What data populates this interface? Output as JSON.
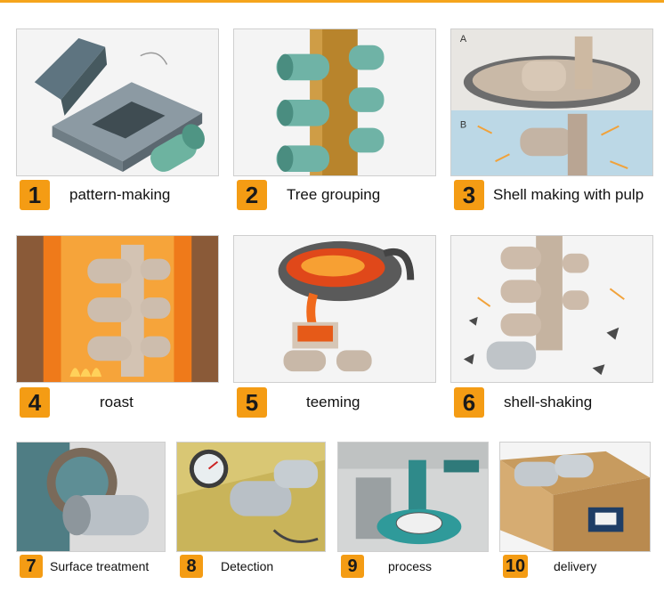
{
  "steps": [
    {
      "number": "1",
      "label": "pattern-making",
      "picture": "injection-mold-and-wax-pattern-image"
    },
    {
      "number": "2",
      "label": "Tree grouping",
      "picture": "wax-tree-assembly-image"
    },
    {
      "number": "3",
      "label": "Shell making with pulp",
      "picture": "slurry-dipping-and-stucco-image"
    },
    {
      "number": "4",
      "label": "roast",
      "picture": "shell-roasting-furnace-image"
    },
    {
      "number": "5",
      "label": "teeming",
      "picture": "molten-metal-pouring-image"
    },
    {
      "number": "6",
      "label": "shell-shaking",
      "picture": "shell-knockout-image"
    },
    {
      "number": "7",
      "label": "Surface treatment",
      "picture": "grinding-finish-image"
    },
    {
      "number": "8",
      "label": "Detection",
      "picture": "dial-gauge-inspection-image"
    },
    {
      "number": "9",
      "label": "process",
      "picture": "cnc-machining-image"
    },
    {
      "number": "10",
      "label": "delivery",
      "picture": "packed-carton-image"
    }
  ],
  "colors": {
    "accent": "#f49c14",
    "top_line": "#f5a51c"
  }
}
